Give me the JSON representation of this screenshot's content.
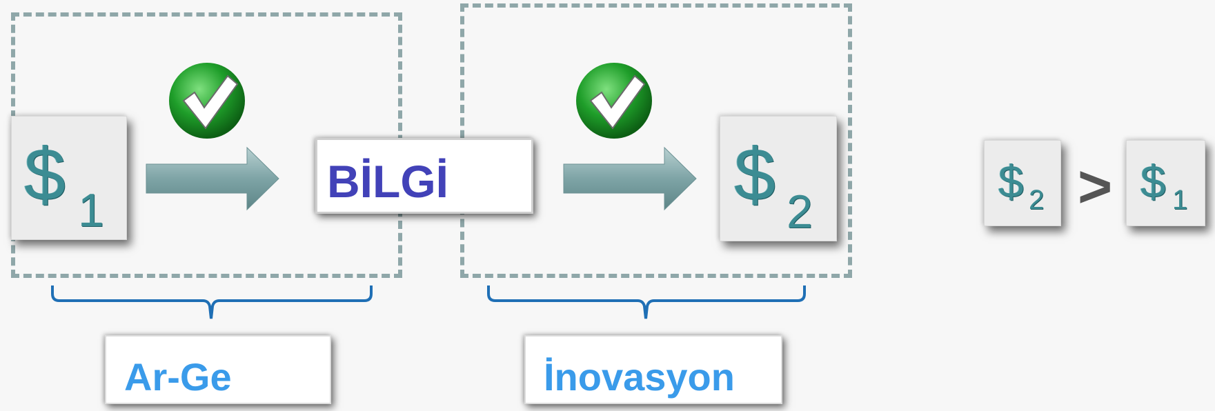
{
  "diagram": {
    "left_card": {
      "symbol": "$",
      "subscript": "1"
    },
    "center_label": "BİLGİ",
    "right_card": {
      "symbol": "$",
      "subscript": "2"
    },
    "bottom_left_label": "Ar-Ge",
    "bottom_right_label": "İnovasyon",
    "comparison": {
      "left": {
        "symbol": "$",
        "subscript": "2"
      },
      "operator": ">",
      "right": {
        "symbol": "$",
        "subscript": "1"
      }
    }
  },
  "colors": {
    "dash_frame": "#8fa7a9",
    "brace": "#1f6fb5",
    "center_label_text": "#4242b8",
    "bottom_label_text": "#3a9bea",
    "dollar": "#3c8c93",
    "arrow": "#7ea4a6",
    "check_green": "#1f9e2a",
    "operator": "#555555"
  },
  "icons": [
    "check-icon",
    "arrow-right-icon",
    "brace-icon",
    "dashed-frame"
  ]
}
